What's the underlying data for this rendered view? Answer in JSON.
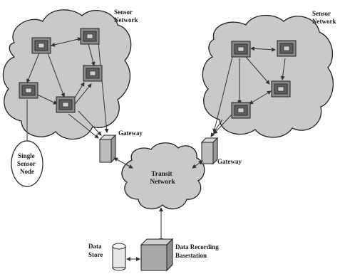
{
  "diagram": {
    "labels": {
      "sensor_network_left": [
        "Sensor",
        "Network"
      ],
      "sensor_network_right": [
        "Sensor",
        "Network"
      ],
      "gateway_left": "Gateway",
      "gateway_right": "Gateway",
      "transit_network": [
        "Transit",
        "Network"
      ],
      "single_sensor_node": [
        "Single",
        "Sensor",
        "Node"
      ],
      "data_store": [
        "Data",
        "Store"
      ],
      "data_recording": [
        "Data Recording",
        "Basestation"
      ]
    },
    "colors": {
      "cloud_fill": "#c9c9c9",
      "node_fill": "#7a7a7a",
      "line": "#333333"
    }
  }
}
